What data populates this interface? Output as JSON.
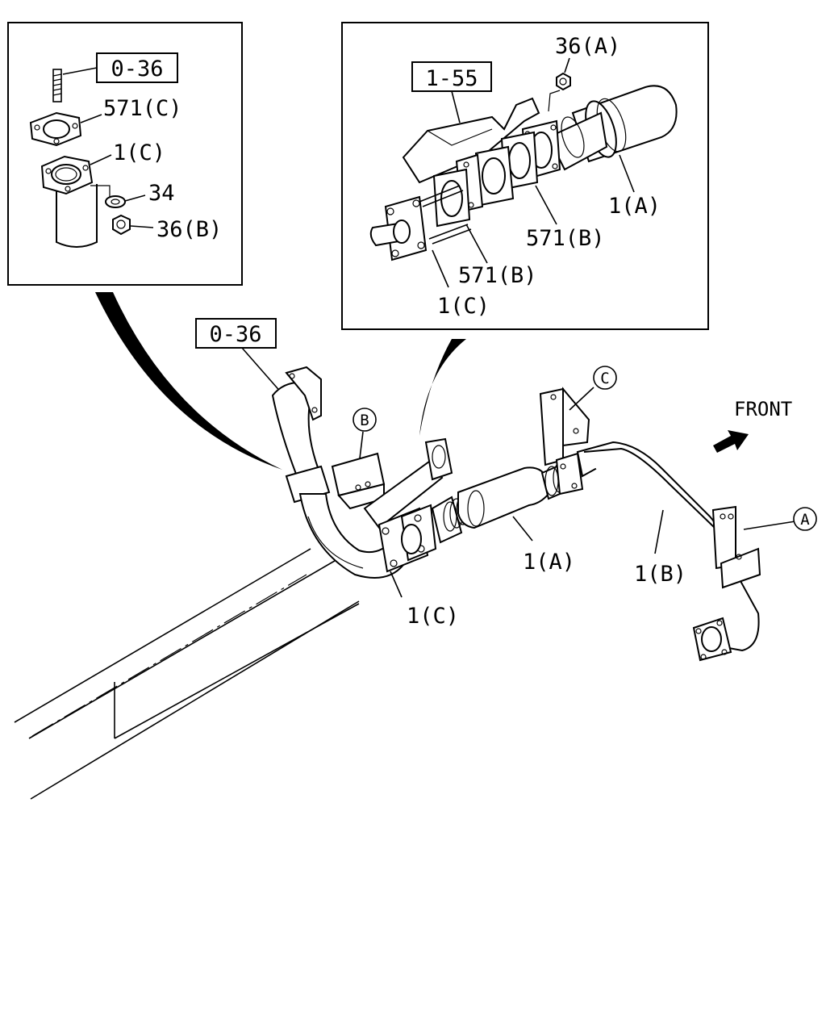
{
  "left_inset": {
    "ref_box": "0-36",
    "labels": {
      "gasket": "571(C)",
      "pipe": "1(C)",
      "washer": "34",
      "nut": "36(B)"
    }
  },
  "right_inset": {
    "ref_box": "1-55",
    "labels": {
      "nut": "36(A)",
      "pipe_a": "1(A)",
      "gasket_upper": "571(B)",
      "gasket_lower": "571(B)",
      "pipe_c": "1(C)"
    }
  },
  "main": {
    "ref_box": "0-36",
    "labels": {
      "pipe_c": "1(C)",
      "pipe_a": "1(A)",
      "pipe_b": "1(B)"
    },
    "markers": {
      "a": "A",
      "b": "B",
      "c": "C"
    },
    "front_label": "FRONT"
  },
  "colors": {
    "line": "#000000",
    "background": "#ffffff"
  },
  "icons": {
    "front": "arrow-icon"
  }
}
